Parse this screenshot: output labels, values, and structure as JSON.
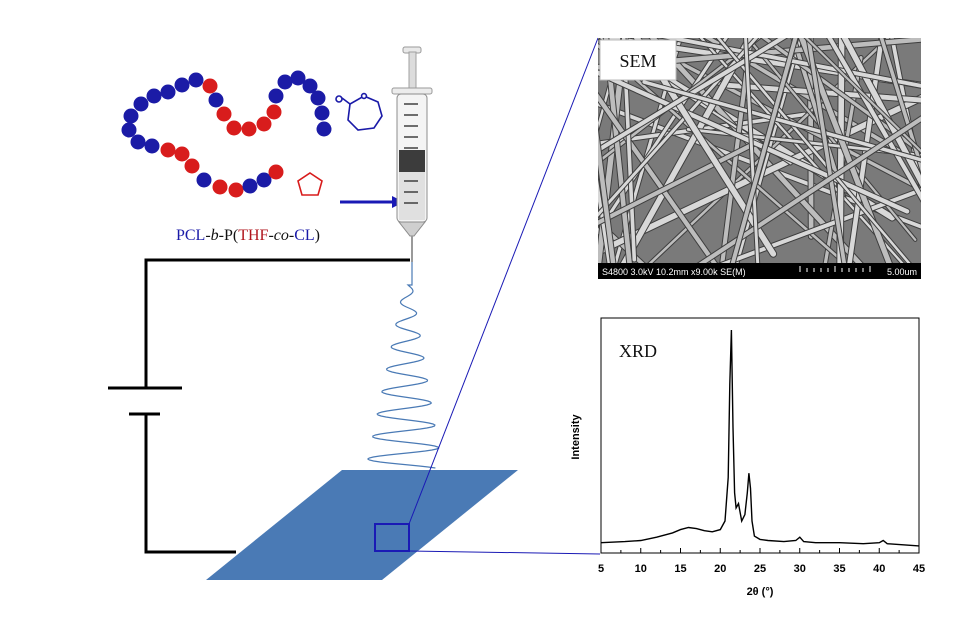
{
  "polymer": {
    "label_parts": [
      {
        "text": "PCL",
        "color": "#1a1aa8",
        "italic": false
      },
      {
        "text": "-",
        "color": "#111111",
        "italic": false
      },
      {
        "text": "b",
        "color": "#111111",
        "italic": true
      },
      {
        "text": "-P(",
        "color": "#111111",
        "italic": false
      },
      {
        "text": "THF",
        "color": "#b0141c",
        "italic": false
      },
      {
        "text": "-",
        "color": "#111111",
        "italic": false
      },
      {
        "text": "co",
        "color": "#111111",
        "italic": true
      },
      {
        "text": "-",
        "color": "#111111",
        "italic": false
      },
      {
        "text": "CL",
        "color": "#1a1aa8",
        "italic": false
      },
      {
        "text": ")",
        "color": "#111111",
        "italic": false
      }
    ],
    "colors": {
      "pcl_bead": "#1b1ba6",
      "thf_bead": "#d81c1c"
    }
  },
  "monomers": {
    "caprolactone_icon": "caprolactone-ring",
    "thf_icon": "tetrahydrofuran-ring"
  },
  "sem": {
    "label": "SEM",
    "info_bar": "S4800 3.0kV 10.2mm x9.00k SE(M)",
    "scale_bar": "5.00um"
  },
  "xrd": {
    "label": "XRD",
    "ylabel": "Intensity",
    "xlabel": "2θ (°)",
    "ticks": [
      "5",
      "10",
      "15",
      "20",
      "25",
      "30",
      "35",
      "40",
      "45"
    ]
  },
  "colors": {
    "collector": "#4a7ab5",
    "jet": "#4a7ab5",
    "zoom_lines": "#1a1ab5",
    "circuit": "#000000"
  },
  "chart_data": {
    "type": "line",
    "title": "XRD",
    "xlabel": "2θ (°)",
    "ylabel": "Intensity",
    "xlim": [
      5,
      45
    ],
    "ylim": [
      0,
      1
    ],
    "yticks_shown": false,
    "series": [
      {
        "x": [
          5,
          8,
          10,
          12,
          14,
          15,
          16,
          17,
          18,
          19,
          20,
          20.6,
          21.0,
          21.2,
          21.4,
          21.6,
          21.8,
          22.0,
          22.3,
          22.7,
          23.1,
          23.4,
          23.6,
          23.8,
          24.0,
          24.3,
          25,
          26,
          28,
          29.5,
          30,
          30.5,
          32,
          35,
          38,
          40,
          40.5,
          41,
          43,
          45
        ],
        "y": [
          0.02,
          0.025,
          0.03,
          0.045,
          0.065,
          0.08,
          0.09,
          0.085,
          0.075,
          0.07,
          0.08,
          0.12,
          0.32,
          0.75,
          1.0,
          0.55,
          0.25,
          0.18,
          0.2,
          0.12,
          0.15,
          0.25,
          0.34,
          0.27,
          0.12,
          0.05,
          0.035,
          0.03,
          0.025,
          0.03,
          0.045,
          0.025,
          0.02,
          0.02,
          0.015,
          0.02,
          0.03,
          0.015,
          0.01,
          0.005
        ]
      }
    ]
  }
}
